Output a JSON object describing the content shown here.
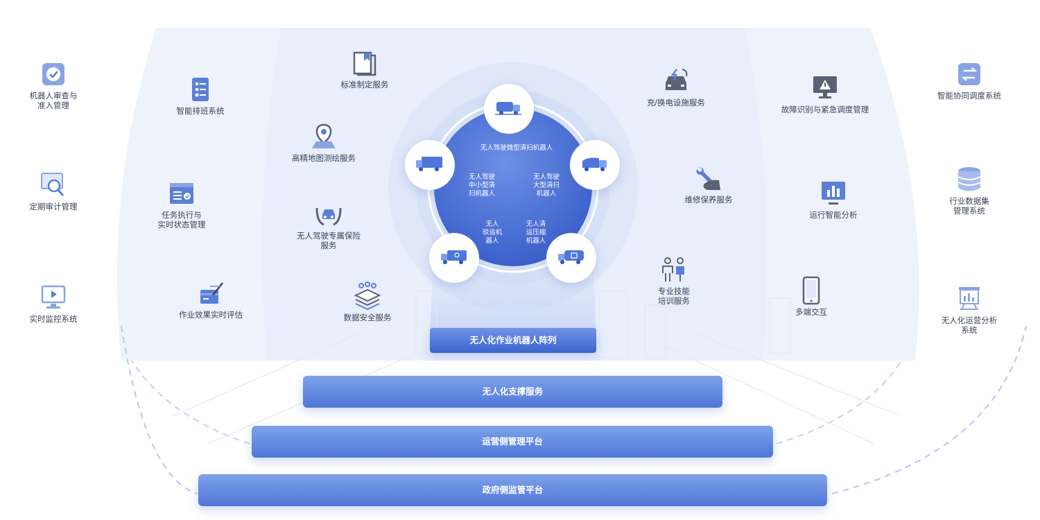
{
  "colors": {
    "accent": "#4f76d8",
    "accent_dark": "#2f55c4",
    "icon": "#5b7fd6",
    "pale": "#eef2fb"
  },
  "hub": {
    "labels": [
      "无人驾驶微型清扫机器人",
      "无人驾驶\n中小型清\n扫机器人",
      "无人驾驶\n大型清扫\n机器人",
      "无人\n驳运机\n器人",
      "无人清\n运压缩\n机器人"
    ],
    "robots": [
      {
        "icon": "sweeper-truck-icon"
      },
      {
        "icon": "box-truck-icon"
      },
      {
        "icon": "garbage-truck-icon"
      },
      {
        "icon": "recycle-truck-icon"
      },
      {
        "icon": "compactor-truck-icon"
      }
    ]
  },
  "layers": {
    "robots_array": "无人化作业机器人阵列",
    "support_services": "无人化支撑服务",
    "operator_platform": "运营侧管理平台",
    "government_platform": "政府侧监管平台"
  },
  "outer_left": [
    {
      "label": "机器人审查与\n准入管理",
      "icon": "check-badge-icon"
    },
    {
      "label": "定期审计管理",
      "icon": "audit-search-icon"
    },
    {
      "label": "实时监控系统",
      "icon": "monitor-play-icon"
    }
  ],
  "mid_left": [
    {
      "label": "智能排班系统",
      "icon": "schedule-list-icon"
    },
    {
      "label": "任务执行与\n实时状态管理",
      "icon": "task-window-icon"
    },
    {
      "label": "作业效果实时评估",
      "icon": "evaluate-pen-icon"
    }
  ],
  "inner_left": [
    {
      "label": "标准制定服务",
      "icon": "book-standard-icon"
    },
    {
      "label": "高精地图测绘服务",
      "icon": "map-pin-icon"
    },
    {
      "label": "无人驾驶专属保险\n服务",
      "icon": "car-insurance-icon"
    },
    {
      "label": "数据安全服务",
      "icon": "data-security-icon"
    }
  ],
  "inner_right": [
    {
      "label": "充/换电设施服务",
      "icon": "charging-car-icon"
    },
    {
      "label": "维修保养服务",
      "icon": "wrench-hand-icon"
    },
    {
      "label": "专业技能\n培训服务",
      "icon": "training-people-icon"
    }
  ],
  "mid_right": [
    {
      "label": "故障识别与紧急调度管理",
      "icon": "warning-monitor-icon"
    },
    {
      "label": "运行智能分析",
      "icon": "bar-chart-icon"
    },
    {
      "label": "多端交互",
      "icon": "mobile-device-icon"
    }
  ],
  "outer_right": [
    {
      "label": "智能协同调度系统",
      "icon": "swap-arrows-icon"
    },
    {
      "label": "行业数据集\n管理系统",
      "icon": "database-icon"
    },
    {
      "label": "无人化运营分析\n系统",
      "icon": "analysis-screen-icon"
    }
  ]
}
